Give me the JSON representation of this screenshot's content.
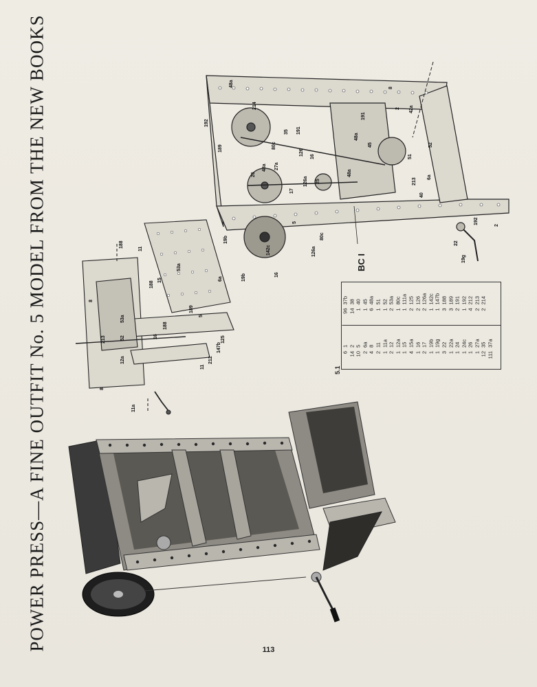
{
  "page": {
    "title": "POWER PRESS—A FINE OUTFIT No. 5 MODEL FROM THE NEW BOOKS",
    "page_number": "113",
    "section_label": "5.1",
    "bc_label": "BC I"
  },
  "parts_table": {
    "left": [
      {
        "q": "6",
        "p": "1"
      },
      {
        "q": "14",
        "p": "2"
      },
      {
        "q": "10",
        "p": "5"
      },
      {
        "q": "2",
        "p": "6a"
      },
      {
        "q": "4",
        "p": "8"
      },
      {
        "q": "2",
        "p": "11"
      },
      {
        "q": "1",
        "p": "11a"
      },
      {
        "q": "2",
        "p": "12"
      },
      {
        "q": "1",
        "p": "12a"
      },
      {
        "q": "1",
        "p": "15"
      },
      {
        "q": "4",
        "p": "15a"
      },
      {
        "q": "1",
        "p": "16"
      },
      {
        "q": "2",
        "p": "17"
      },
      {
        "q": "1",
        "p": "19b"
      },
      {
        "q": "1",
        "p": "19g"
      },
      {
        "q": "3",
        "p": "22"
      },
      {
        "q": "1",
        "p": "22a"
      },
      {
        "q": "1",
        "p": "24"
      },
      {
        "q": "1",
        "p": "24c"
      },
      {
        "q": "1",
        "p": "26"
      },
      {
        "q": "1",
        "p": "27a"
      },
      {
        "q": "12",
        "p": "35"
      },
      {
        "q": "111",
        "p": "37a"
      }
    ],
    "right": [
      {
        "q": "96",
        "p": "37b"
      },
      {
        "q": "14",
        "p": "38"
      },
      {
        "q": "1",
        "p": "40"
      },
      {
        "q": "1",
        "p": "45"
      },
      {
        "q": "6",
        "p": "48a"
      },
      {
        "q": "1",
        "p": "51"
      },
      {
        "q": "1",
        "p": "52"
      },
      {
        "q": "2",
        "p": "53a"
      },
      {
        "q": "1",
        "p": "80c"
      },
      {
        "q": "1",
        "p": "111a"
      },
      {
        "q": "2",
        "p": "125"
      },
      {
        "q": "2",
        "p": "126"
      },
      {
        "q": "2",
        "p": "126a"
      },
      {
        "q": "1",
        "p": "142c"
      },
      {
        "q": "1",
        "p": "147b"
      },
      {
        "q": "3",
        "p": "188"
      },
      {
        "q": "3",
        "p": "189"
      },
      {
        "q": "2",
        "p": "191"
      },
      {
        "q": "1",
        "p": "192"
      },
      {
        "q": "4",
        "p": "212"
      },
      {
        "q": "2",
        "p": "213"
      },
      {
        "q": "2",
        "p": "214"
      }
    ]
  },
  "diagram_labels": {
    "top": [
      "48a",
      "192",
      "214",
      "191",
      "35",
      "80c",
      "126",
      "16",
      "48a",
      "191",
      "2",
      "8",
      "42a",
      "45",
      "51",
      "52",
      "48a",
      "189",
      "26",
      "48a",
      "27a",
      "17",
      "126a",
      "25",
      "5",
      "213",
      "40",
      "6a",
      "22",
      "19b",
      "19g",
      "192",
      "2",
      "142c",
      "126a",
      "19b",
      "16",
      "80c"
    ],
    "middle": [
      "188",
      "11",
      "53a",
      "6a",
      "188",
      "15",
      "8",
      "189",
      "5",
      "213",
      "52",
      "53a",
      "188",
      "16",
      "147b",
      "125",
      "212",
      "11",
      "12a",
      "11a",
      "8"
    ]
  },
  "colors": {
    "paper": "#ece9e0",
    "ink": "#1a1a1a"
  }
}
